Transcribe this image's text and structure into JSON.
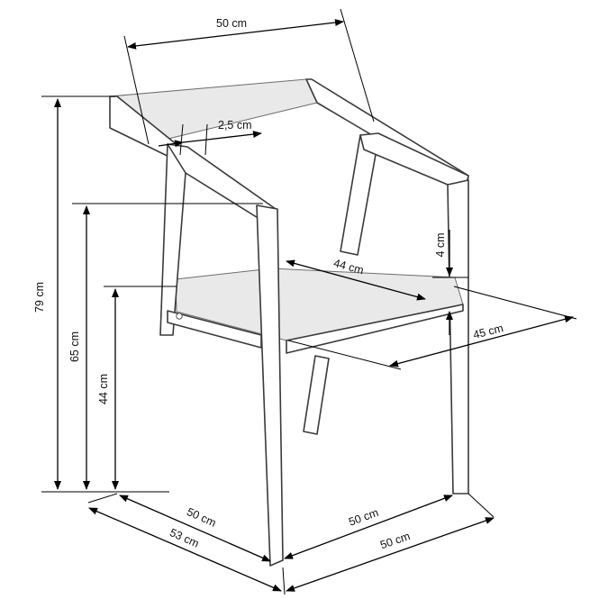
{
  "dimensions": {
    "top_width": "50 cm",
    "frame_thickness": "2,5 cm",
    "total_height": "79 cm",
    "armrest_height": "65 cm",
    "seat_height": "44 cm",
    "seat_width": "44 cm",
    "seat_thickness": "4 cm",
    "seat_depth": "45 cm",
    "bottom_left_inner": "50 cm",
    "bottom_left_outer": "53 cm",
    "bottom_right_inner": "50 cm",
    "bottom_right_outer": "50 cm"
  },
  "colors": {
    "frame_stroke": "#3a3a3a",
    "fabric_fill": "#e9e9e9",
    "dimension_line": "#000000"
  }
}
